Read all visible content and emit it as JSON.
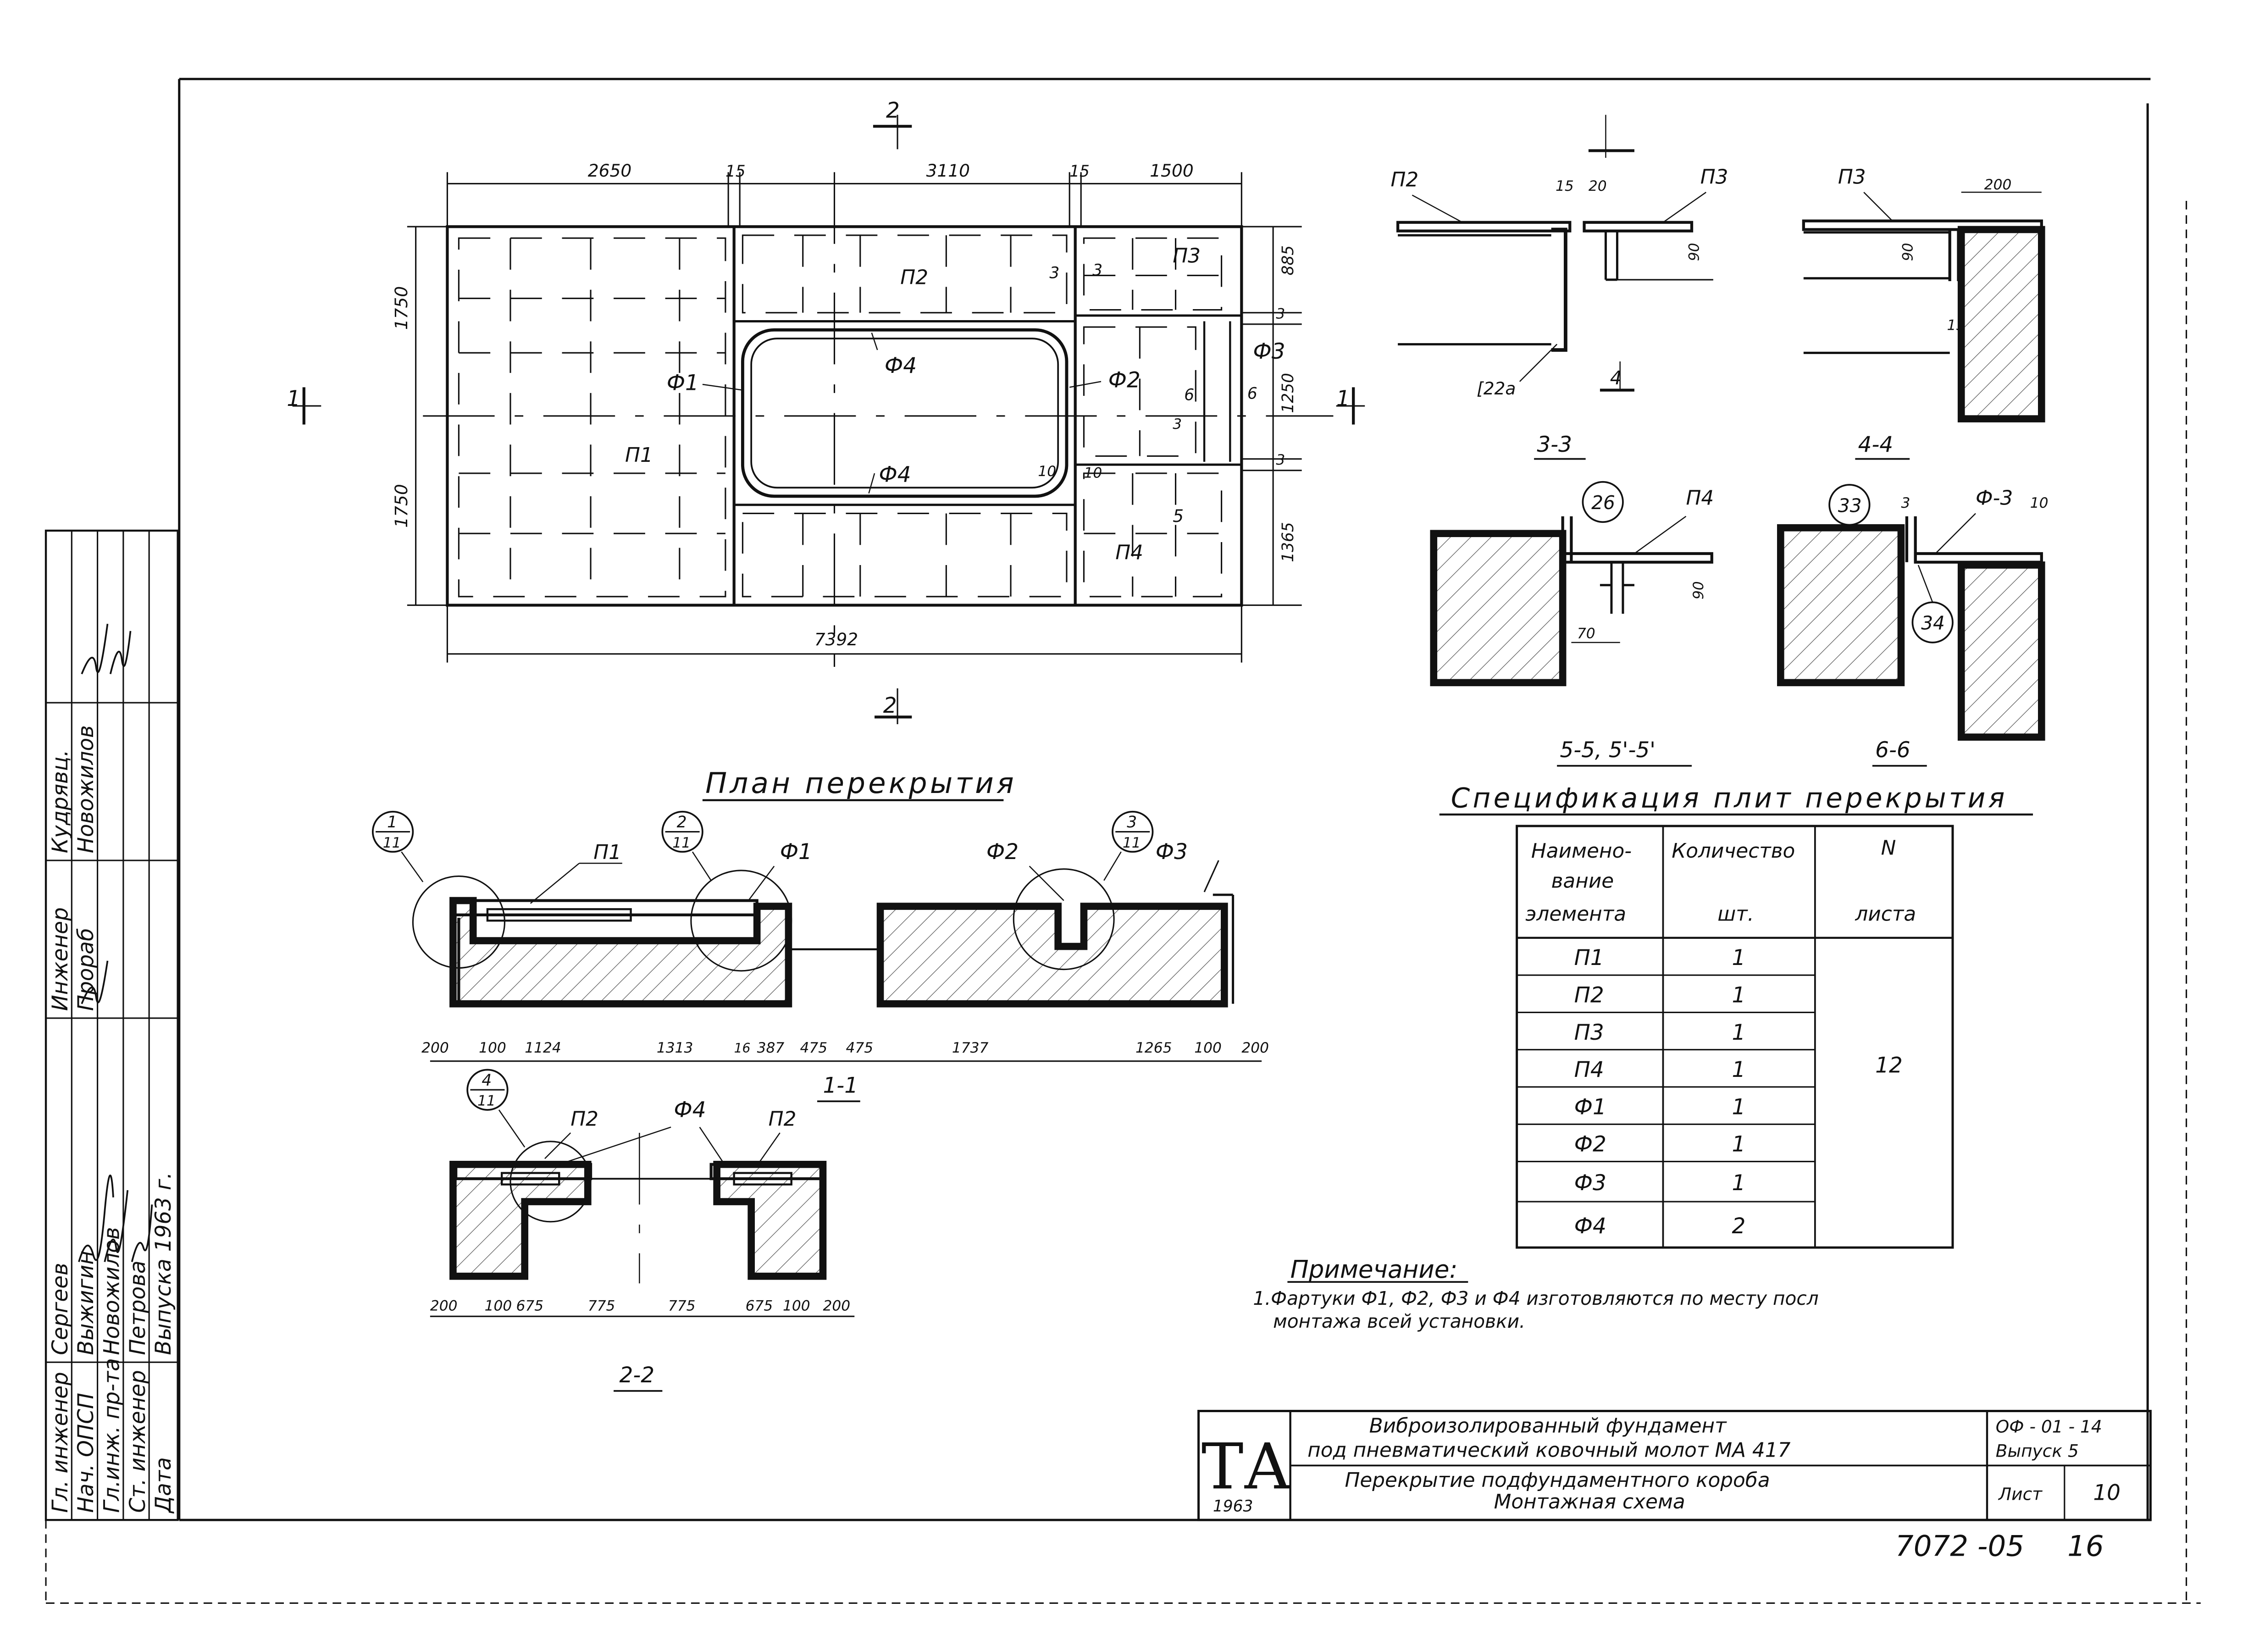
{
  "plan": {
    "title": "План перекрытия",
    "dims_top": [
      "2650",
      "15",
      "3110",
      "15",
      "1500"
    ],
    "dim_bottom": "7392",
    "dims_left": [
      "1750",
      "1750"
    ],
    "dims_right": [
      "885",
      "3",
      "1250",
      "3",
      "1365"
    ],
    "dims_inner": [
      "3",
      "3",
      "6",
      "6",
      "10",
      "10",
      "5",
      "3"
    ],
    "cut_marks": [
      "1",
      "1",
      "2",
      "2"
    ],
    "labels": {
      "p1": "П1",
      "p2": "П2",
      "p3": "П3",
      "p4": "П4",
      "f1": "Ф1",
      "f2": "Ф2",
      "f3": "Ф3",
      "f4a": "Ф4",
      "f4b": "Ф4"
    }
  },
  "section_1_1": {
    "title": "1-1",
    "dims": [
      "200",
      "100",
      "1124",
      "1313",
      "16",
      "387",
      "475",
      "475",
      "1737",
      "1265",
      "100",
      "200"
    ],
    "callouts": [
      {
        "num": "1",
        "sheet": "11"
      },
      {
        "num": "2",
        "sheet": "11"
      },
      {
        "num": "3",
        "sheet": "11"
      }
    ],
    "labels": {
      "p1": "П1",
      "f1": "Ф1",
      "f2": "Ф2",
      "f3": "Ф3"
    }
  },
  "section_2_2": {
    "title": "2-2",
    "dims": [
      "200",
      "100",
      "675",
      "775",
      "775",
      "675",
      "100",
      "200"
    ],
    "callout": {
      "num": "4",
      "sheet": "11"
    },
    "labels": {
      "p2a": "П2",
      "p2b": "П2",
      "f4": "Ф4"
    }
  },
  "detail_3_3": {
    "title": "3-3",
    "labels": {
      "p2": "П2",
      "p3": "П3",
      "channel": "[22а"
    },
    "dims": [
      "15",
      "20",
      "90"
    ],
    "cut_mark": "4"
  },
  "detail_4_4": {
    "title": "4-4",
    "labels": {
      "p3": "П3"
    },
    "dims": [
      "200",
      "90",
      "15"
    ]
  },
  "detail_5_5": {
    "title": "5-5, 5'-5'",
    "circle": "26",
    "labels": {
      "p4": "П4"
    },
    "dims": [
      "90",
      "70"
    ]
  },
  "detail_6_6": {
    "title": "6-6",
    "circles": [
      "33",
      "34"
    ],
    "labels": {
      "f3": "Ф-3"
    },
    "dims": [
      "3",
      "10"
    ]
  },
  "spec": {
    "title": "Спецификация плит перекрытия",
    "headers": {
      "name": [
        "Наимено-",
        "вание",
        "элемента"
      ],
      "qty": [
        "Количество",
        "шт."
      ],
      "sheet": [
        "N",
        "листа"
      ]
    },
    "rows": [
      {
        "name": "П1",
        "qty": "1"
      },
      {
        "name": "П2",
        "qty": "1"
      },
      {
        "name": "П3",
        "qty": "1"
      },
      {
        "name": "П4",
        "qty": "1"
      },
      {
        "name": "Ф1",
        "qty": "1"
      },
      {
        "name": "Ф2",
        "qty": "1"
      },
      {
        "name": "Ф3",
        "qty": "1"
      },
      {
        "name": "Ф4",
        "qty": "2"
      }
    ],
    "sheet_no": "12"
  },
  "note": {
    "title": "Примечание:",
    "line1": "1.Фартуки Ф1, Ф2, Ф3 и Ф4 изготовляются по месту посл",
    "line2": "монтажа всей установки."
  },
  "title_block": {
    "logo": "ТА",
    "logo_year": "1963",
    "title_l1": "Виброизолированный фундамент",
    "title_l2": "под пневматический ковочный молот МА 417",
    "title_l3": "Перекрытие подфундаментного короба",
    "title_l4": "Монтажная схема",
    "code": "ОФ - 01 - 14",
    "issue": "Выпуск 5",
    "sheet_label": "Лист",
    "sheet_no": "10",
    "archive": "7072 -05",
    "archive_page": "16"
  },
  "side_stamp": {
    "roles": [
      "Гл. инженер",
      "Нач. ОПСП",
      "Гл.инж. пр-та",
      "Ст. инженер",
      "Дата"
    ],
    "names": [
      "Сергеев",
      "Выжигин",
      "Новожилов",
      "Петрова",
      "Выпуска 1963 г."
    ],
    "col2_roles": [
      "Инженер",
      "Прораб"
    ],
    "col3_roles": [
      "Кудрявц.",
      "Новожилов"
    ]
  }
}
